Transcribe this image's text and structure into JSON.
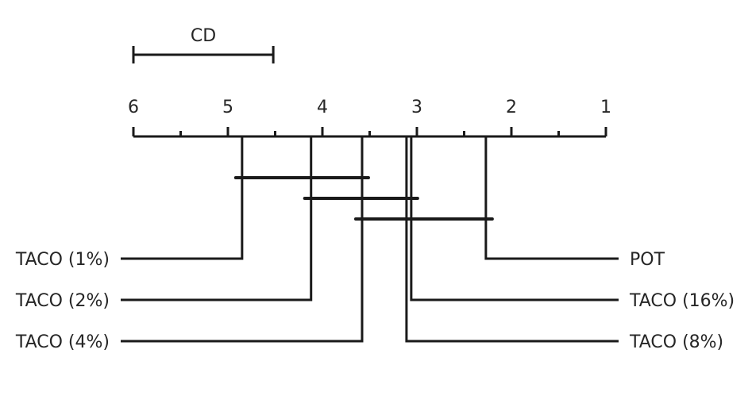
{
  "chart_data": {
    "type": "critical-difference-diagram",
    "axis": {
      "min": 1,
      "max": 6,
      "reversed": true,
      "tick_labels": [
        "6",
        "5",
        "4",
        "3",
        "2",
        "1"
      ],
      "major_ticks": [
        6,
        5,
        4,
        3,
        2,
        1
      ],
      "minor_ticks": [
        5.5,
        4.5,
        3.5,
        2.5,
        1.5
      ]
    },
    "cd": {
      "label": "CD",
      "value": 1.48
    },
    "methods": [
      {
        "name": "TACO (1%)",
        "rank": 4.85,
        "side": "left"
      },
      {
        "name": "TACO (2%)",
        "rank": 4.12,
        "side": "left"
      },
      {
        "name": "TACO (4%)",
        "rank": 3.58,
        "side": "left"
      },
      {
        "name": "POT",
        "rank": 2.27,
        "side": "right"
      },
      {
        "name": "TACO (16%)",
        "rank": 3.06,
        "side": "right"
      },
      {
        "name": "TACO (8%)",
        "rank": 3.11,
        "side": "right"
      }
    ],
    "cliques": [
      {
        "from": 4.85,
        "to": 3.58
      },
      {
        "from": 4.12,
        "to": 3.06
      },
      {
        "from": 3.58,
        "to": 2.27
      }
    ]
  }
}
